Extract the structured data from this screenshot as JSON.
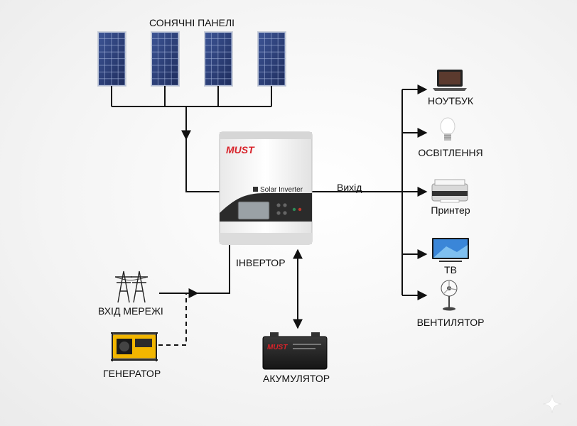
{
  "labels": {
    "solar_panels": "СОНЯЧНІ ПАНЕЛІ",
    "inverter": "ІНВЕРТОР",
    "output": "Вихід",
    "grid_input": "ВХІД МЕРЕЖІ",
    "generator": "ГЕНЕРАТОР",
    "battery": "АКУМУЛЯТОР"
  },
  "loads": [
    {
      "label": "НОУТБУК",
      "icon": "laptop-icon"
    },
    {
      "label": "ОСВІТЛЕННЯ",
      "icon": "light-bulb-icon"
    },
    {
      "label": "Принтер",
      "icon": "printer-icon"
    },
    {
      "label": "ТВ",
      "icon": "tv-icon"
    },
    {
      "label": "ВЕНТИЛЯТОР",
      "icon": "fan-icon"
    }
  ],
  "inverter_device": {
    "brand": "MUST",
    "model_text": "Solar Inverter"
  },
  "battery_device": {
    "brand": "MUST"
  },
  "colors": {
    "line": "#111111",
    "brand_red": "#d8232a",
    "panel_blue": "#2b3f7a",
    "background": "#f4f4f4"
  }
}
